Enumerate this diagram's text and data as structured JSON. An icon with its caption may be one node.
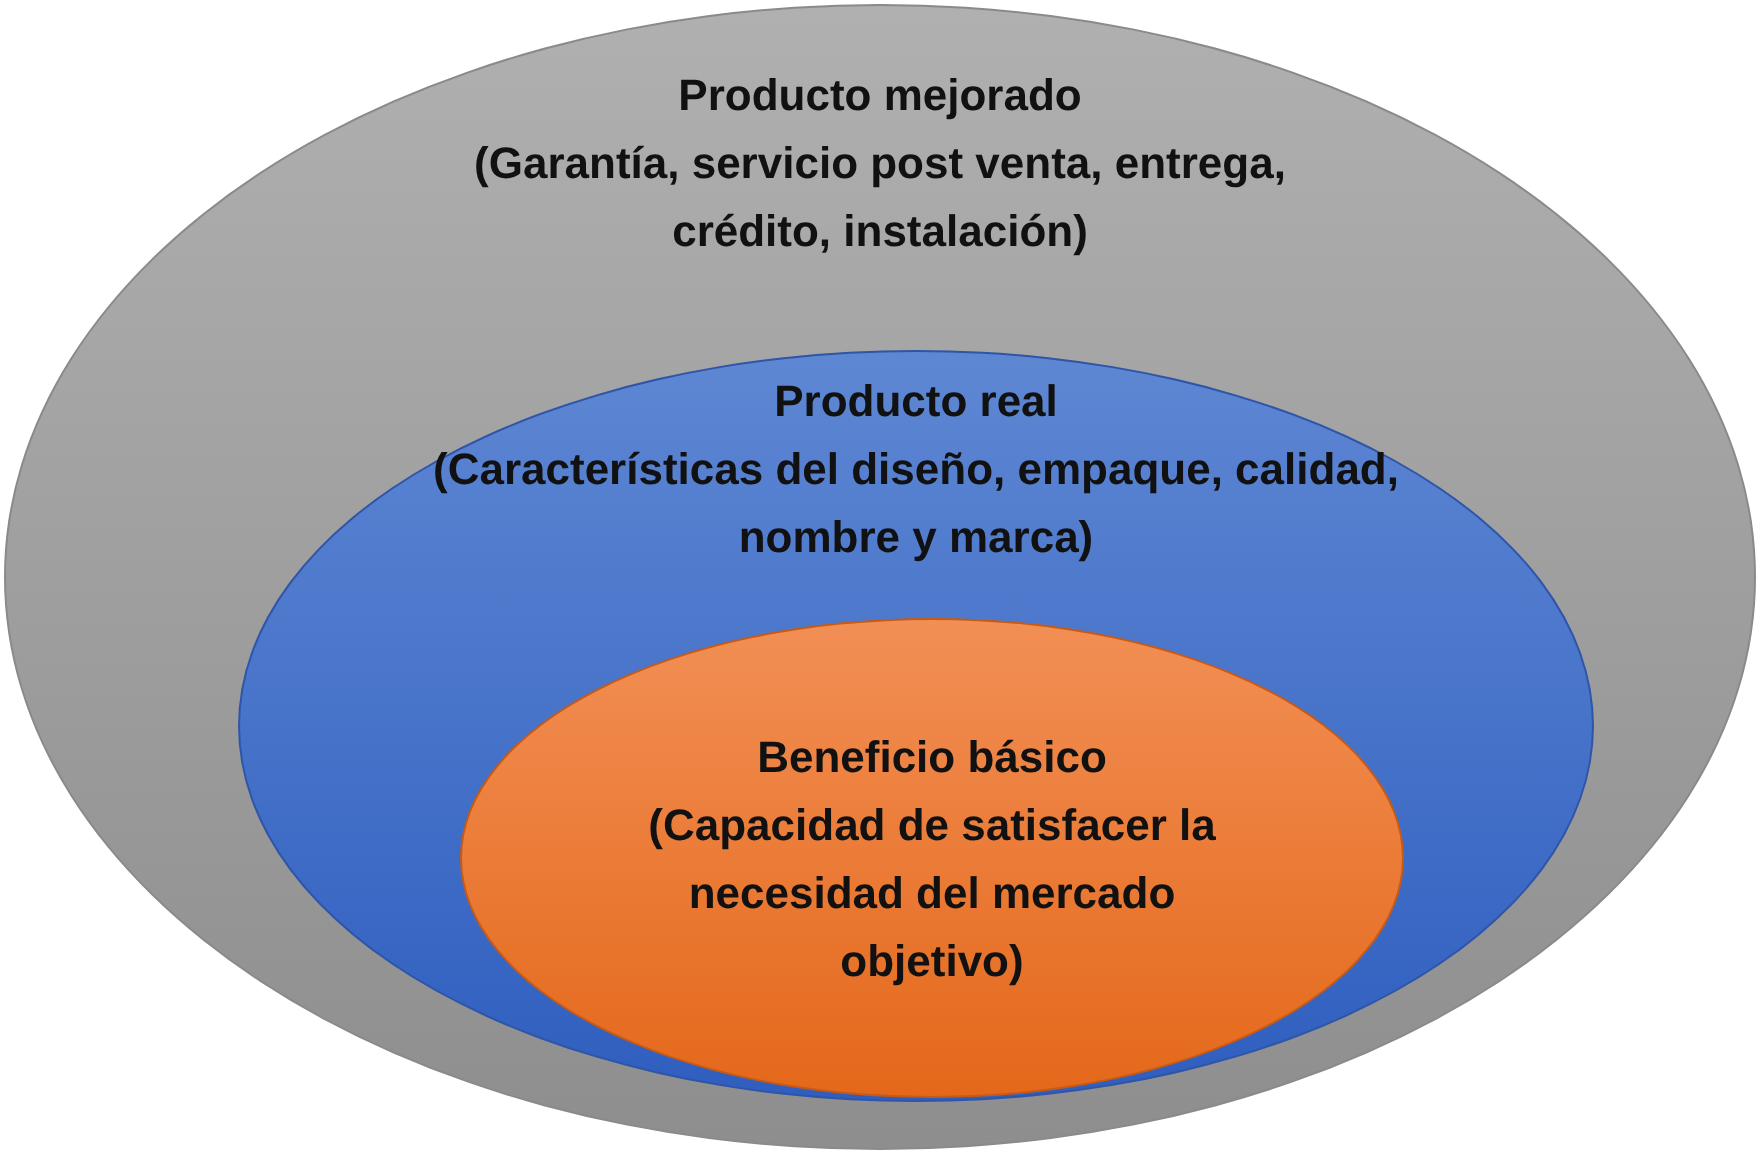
{
  "diagram": {
    "nodes": [
      {
        "text": [
          "Producto mejorado",
          "(Garantía, servicio post venta, entrega, crédito, instalación)"
        ]
      },
      {
        "text": [
          "Producto real",
          "(Características del diseño, empaque, calidad, nombre y marca)"
        ],
        "in": 0
      },
      {
        "text": [
          "Beneficio básico",
          "(Capacidad de satisfacer la necesidad del mercado objetivo)"
        ],
        "in": 1
      }
    ]
  }
}
